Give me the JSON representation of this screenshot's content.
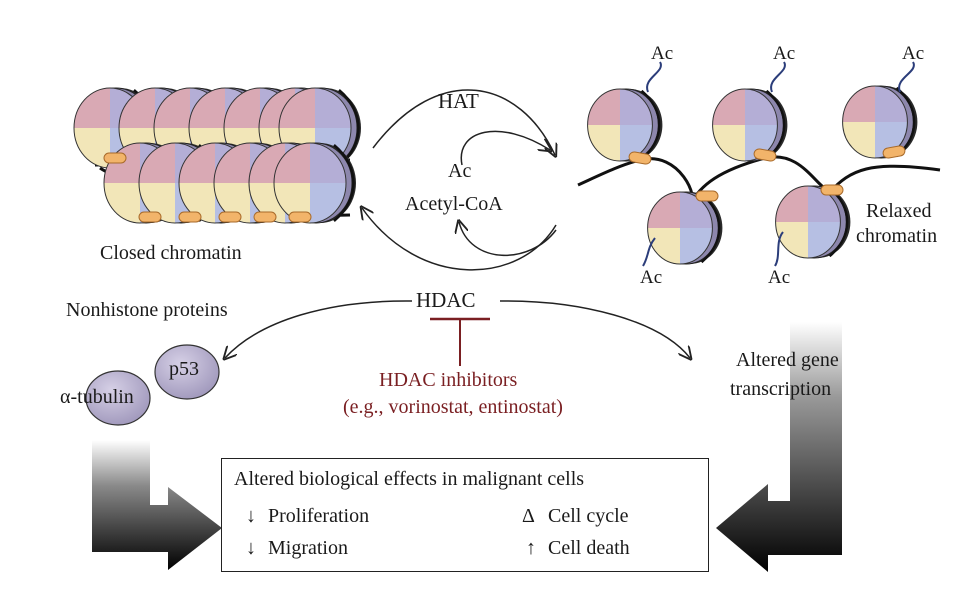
{
  "labels": {
    "hat": "HAT",
    "ac_center": "Ac",
    "acetyl_coa": "Acetyl-CoA",
    "closed_chromatin": "Closed chromatin",
    "relaxed_line1": "Relaxed",
    "relaxed_line2": "chromatin",
    "ac_tag": "Ac",
    "hdac": "HDAC",
    "nonhistone_proteins": "Nonhistone proteins",
    "p53": "p53",
    "alpha_tubulin": "α-tubulin",
    "hdac_inhibitors": "HDAC inhibitors",
    "hdac_inhibitor_examples": "(e.g., vorinostat, entinostat)",
    "altered_gene_line1": "Altered gene",
    "altered_gene_line2": "transcription"
  },
  "effects_box": {
    "title": "Altered biological effects in malignant cells",
    "items": [
      {
        "symbol": "↓",
        "text": "Proliferation"
      },
      {
        "symbol": "Δ",
        "text": "Cell cycle"
      },
      {
        "symbol": "↓",
        "text": "Migration"
      },
      {
        "symbol": "↑",
        "text": "Cell death"
      }
    ]
  },
  "colors": {
    "nucleosome_pink": "#d9a9b4",
    "nucleosome_purple": "#b4aed6",
    "nucleosome_yellow": "#f2e6b8",
    "nucleosome_blue": "#b6bfe3",
    "linker_orange": "#f2b46a",
    "inhibitor_red": "#7a1f22",
    "protein_fill": "#bdb6d2"
  }
}
